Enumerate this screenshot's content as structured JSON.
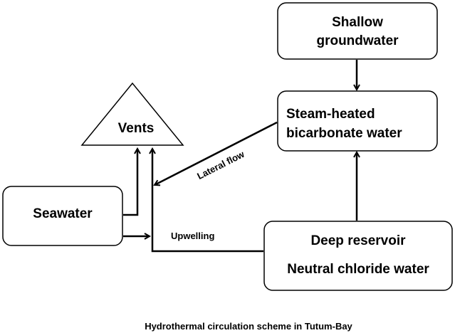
{
  "nodes": {
    "shallow_groundwater": {
      "line1": "Shallow",
      "line2": "groundwater"
    },
    "steam_heated": {
      "line1": "Steam-heated",
      "line2": "bicarbonate water"
    },
    "vents": {
      "label": "Vents"
    },
    "seawater": {
      "label": "Seawater"
    },
    "deep_reservoir": {
      "line1": "Deep reservoir",
      "line2": "Neutral chloride water"
    }
  },
  "edges": {
    "lateral_flow": "Lateral flow",
    "upwelling": "Upwelling"
  },
  "caption": "Hydrothermal circulation scheme in Tutum-Bay"
}
